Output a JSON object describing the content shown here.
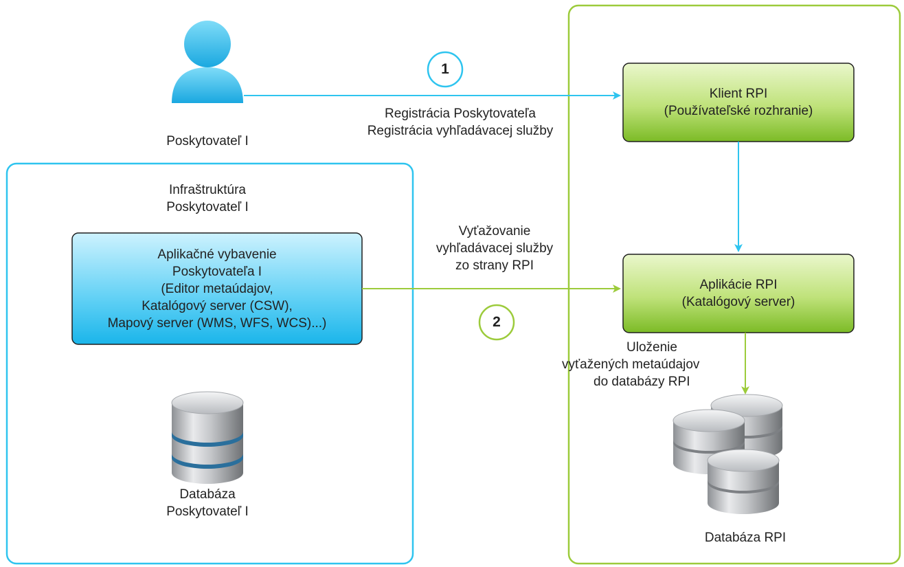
{
  "provider": {
    "label": "Poskytovateľ I"
  },
  "provider_infrastructure": {
    "title": [
      "Infraštruktúra",
      "Poskytovateľ I"
    ],
    "app_box": [
      "Aplikačné vybavenie",
      "Poskytovateľa I",
      "(Editor metaúdajov,",
      "Katalógový server (CSW),",
      "Mapový server (WMS, WFS, WCS)...)"
    ],
    "database_label": [
      "Databáza",
      "Poskytovateľ I"
    ]
  },
  "rpi": {
    "client_box": [
      "Klient RPI",
      "(Používateľské rozhranie)"
    ],
    "app_box": [
      "Aplikácie RPI",
      "(Katalógový server)"
    ],
    "store_label": [
      "Uloženie",
      "vyťažených metaúdajov",
      "do databázy RPI"
    ],
    "database_label": "Databáza RPI"
  },
  "flow1": {
    "number": "1",
    "label": [
      "Registrácia Poskytovateľa",
      "Registrácia vyhľadávacej služby"
    ]
  },
  "flow2": {
    "number": "2",
    "label": [
      "Vyťažovanie",
      "vyhľadávacej služby",
      "zo strany RPI"
    ]
  },
  "colors": {
    "blue_accent": "#2ec4ef",
    "green_accent": "#9ccb3b",
    "green_box_top": "#e8f6c8",
    "green_box_bottom": "#7fbf2a",
    "blue_box_top": "#c6f0fd",
    "blue_box_bottom": "#1fb8ec"
  }
}
